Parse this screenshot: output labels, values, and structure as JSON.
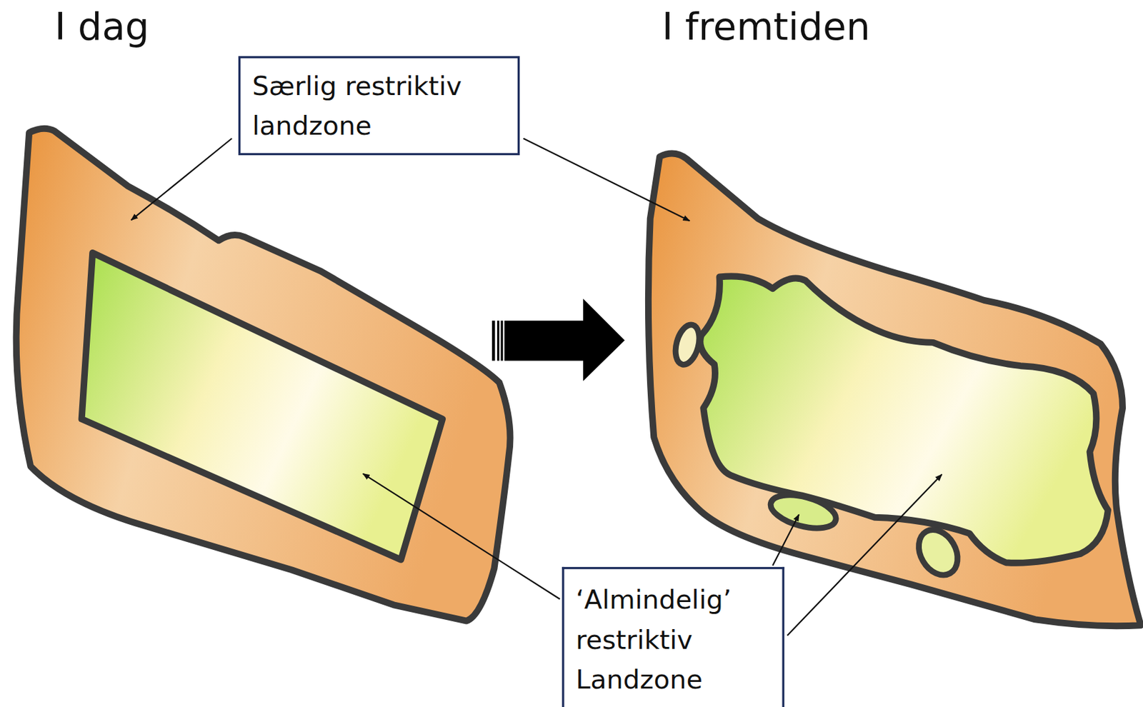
{
  "diagram": {
    "nodes": [
      {
        "text": [
          "Særlig restriktiv landzone"
        ]
      },
      {
        "text": [
          "‘Almindelig’ restriktiv Landzone"
        ]
      }
    ],
    "labels": [
      "I dag",
      "I fremtiden"
    ]
  }
}
